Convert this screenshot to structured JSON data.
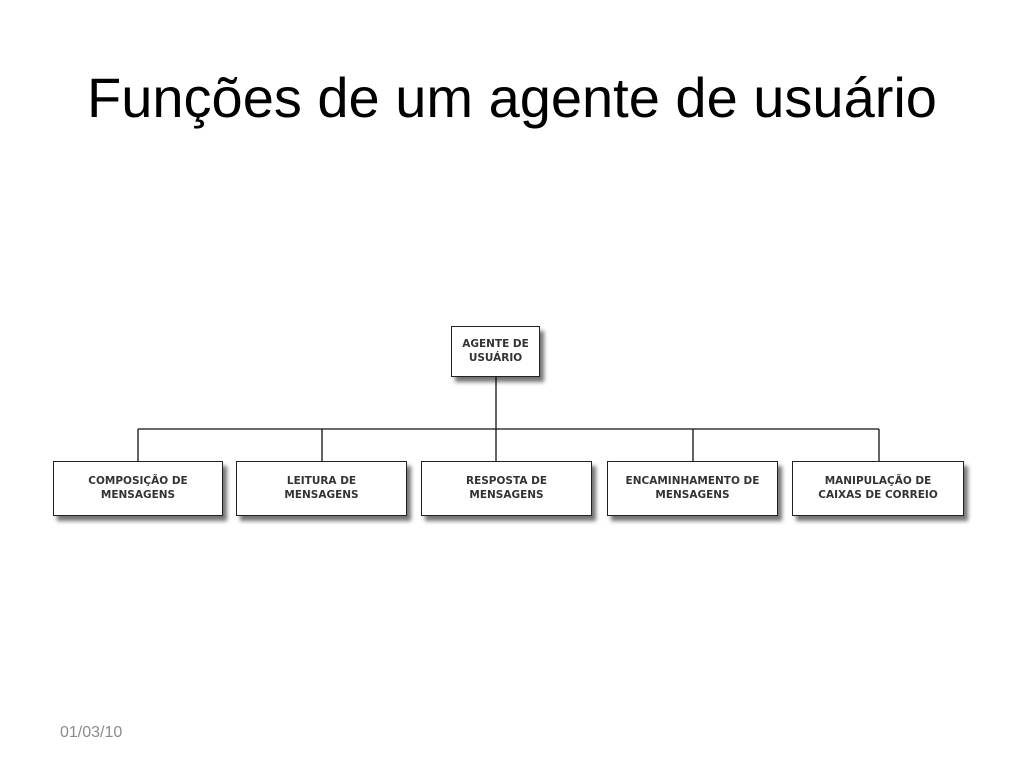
{
  "slide": {
    "title": "Funções de um agente de usuário",
    "date": "01/03/10"
  },
  "diagram": {
    "root": {
      "lines": [
        "AGENTE DE",
        "USUÁRIO"
      ]
    },
    "children": [
      {
        "lines": [
          "COMPOSIÇÃO DE",
          "MENSAGENS"
        ]
      },
      {
        "lines": [
          "LEITURA DE",
          "MENSAGENS"
        ]
      },
      {
        "lines": [
          "RESPOSTA DE",
          "MENSAGENS"
        ]
      },
      {
        "lines": [
          "ENCAMINHAMENTO DE",
          "MENSAGENS"
        ]
      },
      {
        "lines": [
          "MANIPULAÇÃO DE",
          "CAIXAS DE CORREIO"
        ]
      }
    ]
  },
  "colors": {
    "background": "#ffffff",
    "title": "#000000",
    "footer": "#8b8b8b",
    "box_border": "#222222",
    "box_text": "#333333"
  }
}
